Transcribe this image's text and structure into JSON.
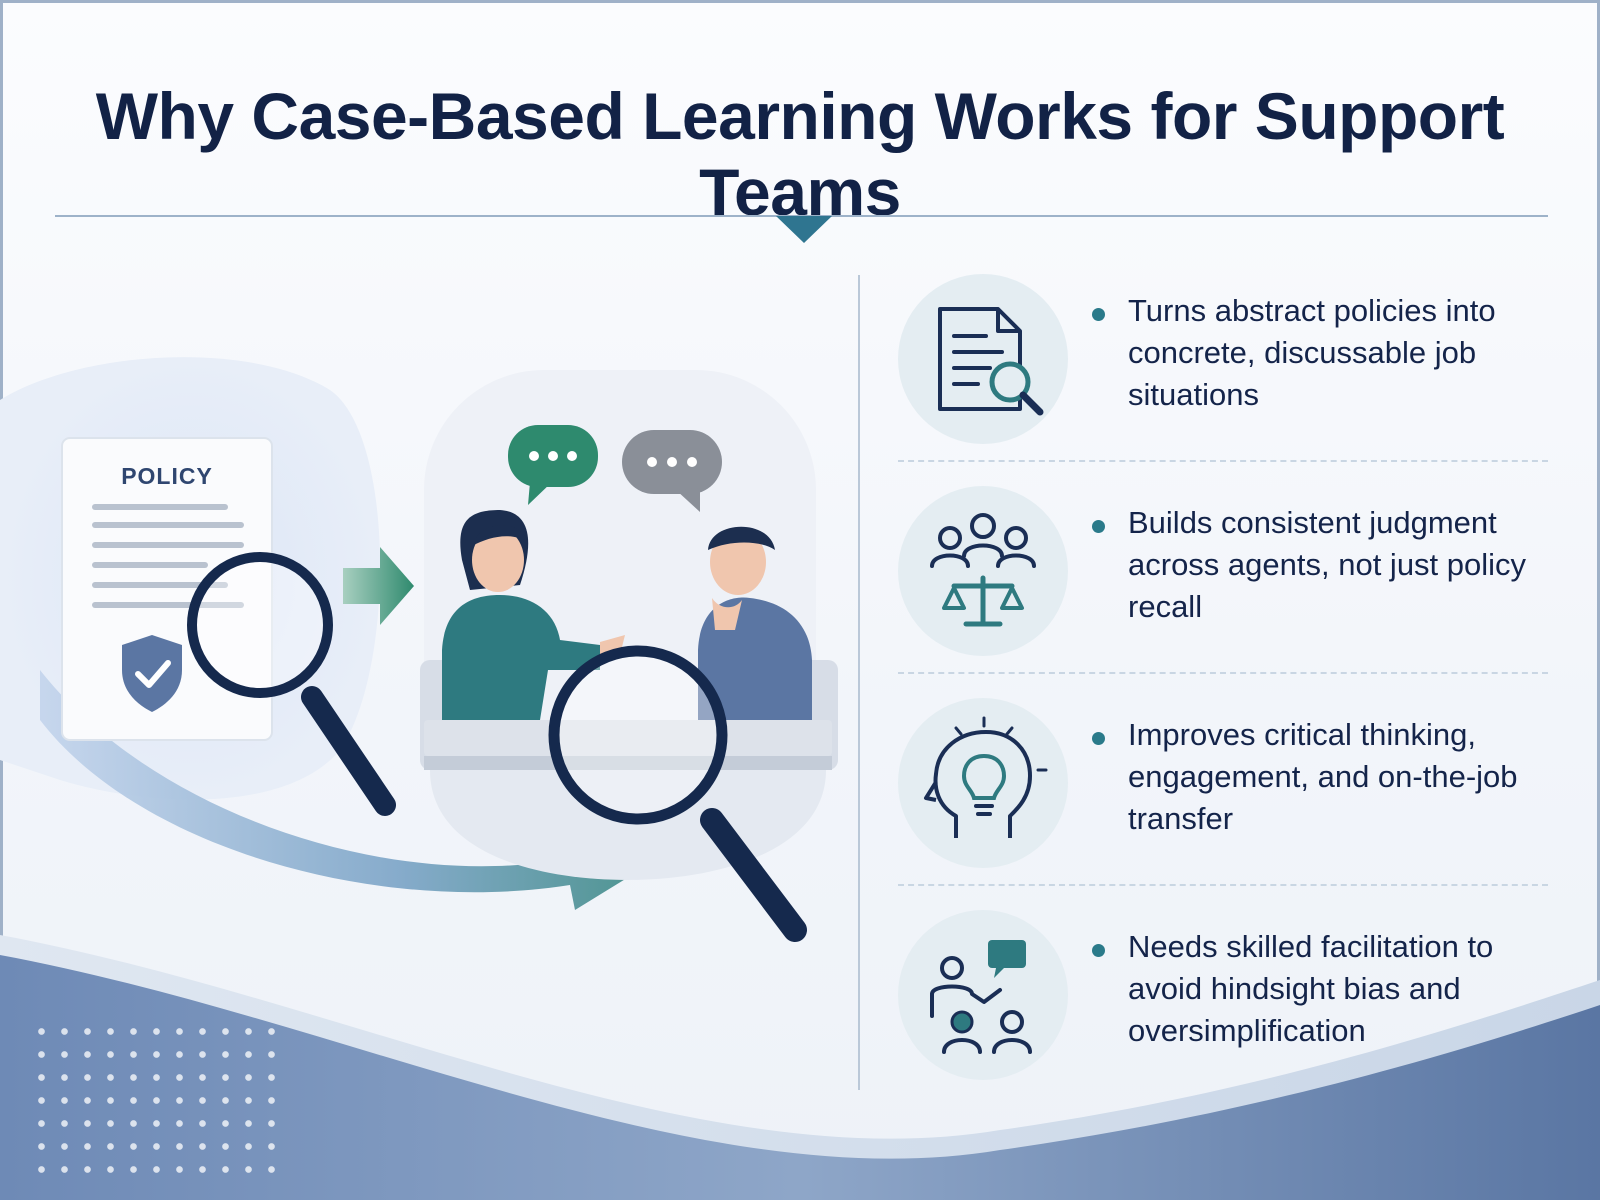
{
  "title": "Why Case-Based Learning Works for Support Teams",
  "document_card": {
    "label": "POLICY"
  },
  "colors": {
    "navy": "#14244a",
    "teal": "#2e7a80",
    "green": "#2e8a6e",
    "slate_blue": "#5b76a3",
    "bullet": "#2a7a8a"
  },
  "benefits": [
    {
      "icon": "document-search-icon",
      "text": "Turns abstract policies into concrete, discussable job situations"
    },
    {
      "icon": "team-scales-icon",
      "text": "Builds consistent judgment across agents, not just policy recall"
    },
    {
      "icon": "head-lightbulb-icon",
      "text": "Improves critical thinking, engagement, and on-the-job transfer"
    },
    {
      "icon": "facilitator-group-icon",
      "text": "Needs skilled facilitation to avoid hindsight bias and oversimplification"
    }
  ]
}
